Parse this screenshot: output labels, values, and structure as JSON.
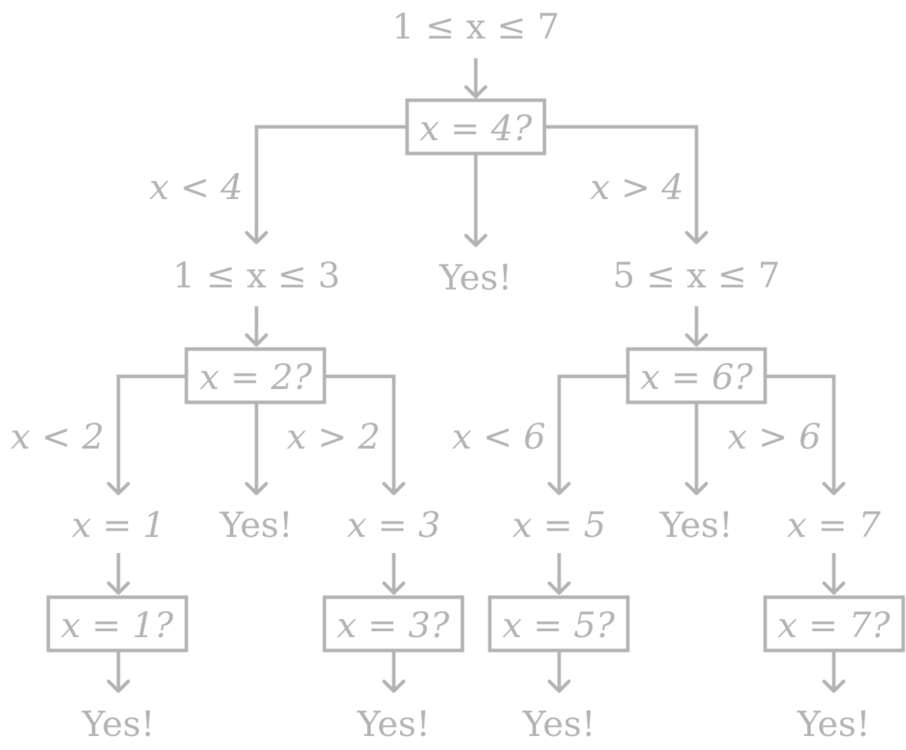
{
  "nodes": {
    "range_root": "1 ≤ x ≤ 7",
    "q4": "x = 4?",
    "yes_4": "Yes!",
    "range_left": "1 ≤ x ≤ 3",
    "range_right": "5 ≤ x ≤ 7",
    "q2": "x = 2?",
    "q6": "x = 6?",
    "yes_2": "Yes!",
    "yes_6": "Yes!",
    "eq1": "x = 1",
    "eq3": "x = 3",
    "eq5": "x = 5",
    "eq7": "x = 7",
    "q1": "x = 1?",
    "q3": "x = 3?",
    "q5": "x = 5?",
    "q7": "x = 7?",
    "yes_1": "Yes!",
    "yes_3": "Yes!",
    "yes_5": "Yes!",
    "yes_7": "Yes!"
  },
  "edge_labels": {
    "lt4": "x < 4",
    "gt4": "x > 4",
    "lt2": "x < 2",
    "gt2": "x > 2",
    "lt6": "x < 6",
    "gt6": "x > 6"
  },
  "colors": {
    "ink": "#b3b3b3",
    "background": "#ffffff"
  }
}
